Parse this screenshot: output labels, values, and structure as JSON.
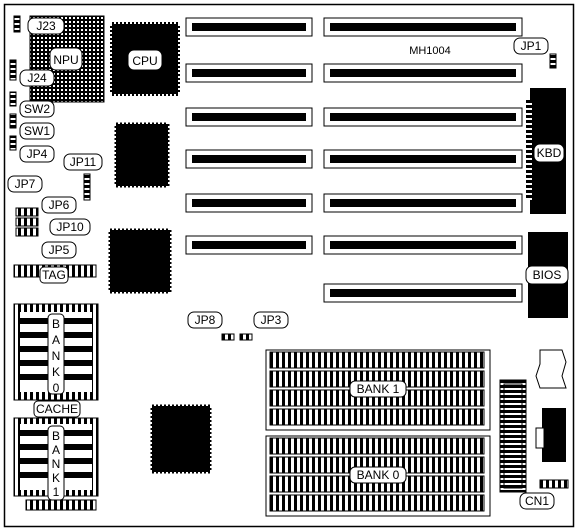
{
  "board": {
    "model": "MH1004",
    "labels": {
      "j23": "J23",
      "npu": "NPU",
      "j24": "J24",
      "cpu": "CPU",
      "sw2": "SW2",
      "sw1": "SW1",
      "jp4": "JP4",
      "jp11": "JP11",
      "jp7": "JP7",
      "jp6": "JP6",
      "jp10": "JP10",
      "jp5": "JP5",
      "tag": "TAG",
      "bank_left_0": [
        "B",
        "A",
        "N",
        "K",
        "0"
      ],
      "cache": "CACHE",
      "bank_left_1": [
        "B",
        "A",
        "N",
        "K",
        "1"
      ],
      "jp8": "JP8",
      "jp3": "JP3",
      "jp1": "JP1",
      "kbd": "KBD",
      "bios": "BIOS",
      "bank1": "BANK 1",
      "bank0": "BANK 0",
      "cn1": "CN1"
    }
  }
}
